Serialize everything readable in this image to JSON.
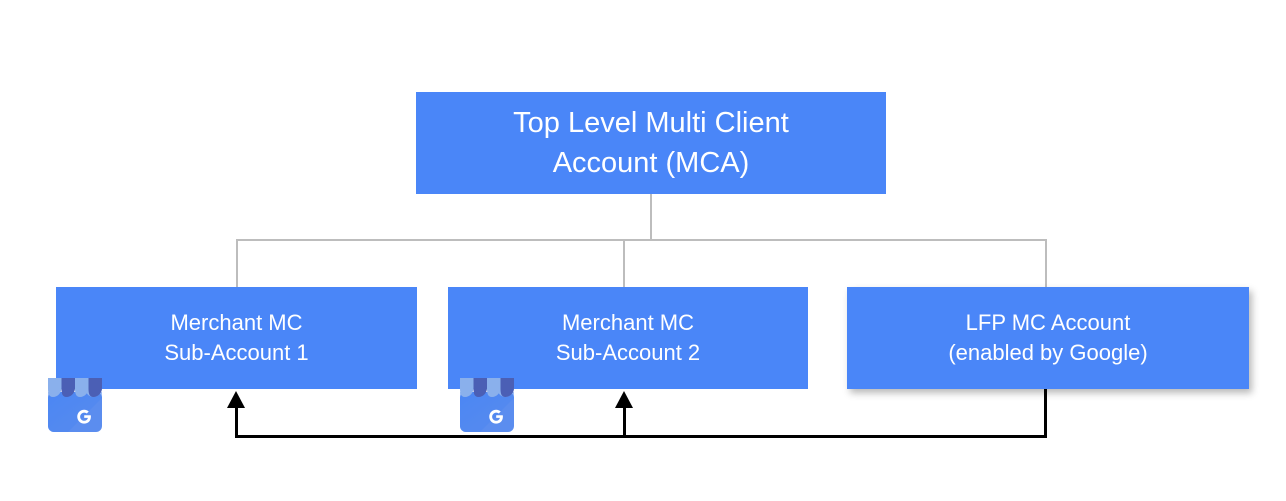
{
  "diagram": {
    "title_node": {
      "line1": "Top Level Multi Client",
      "line2": "Account (MCA)",
      "color": "#4a86f8"
    },
    "children": [
      {
        "name": "merchant-sub-account-1",
        "line1": "Merchant MC",
        "line2": "Sub-Account 1",
        "color": "#4a86f8",
        "icon": "google-business-storefront-icon"
      },
      {
        "name": "merchant-sub-account-2",
        "line1": "Merchant MC",
        "line2": "Sub-Account 2",
        "color": "#4a86f8",
        "icon": "google-business-storefront-icon"
      },
      {
        "name": "lfp-mc-account",
        "line1": "LFP MC Account",
        "line2": "(enabled by Google)",
        "color": "#4a86f8",
        "icon": null
      }
    ],
    "connectors": {
      "tree_line_color": "#bdbdbd",
      "feedback_line_color": "#000000"
    },
    "icon_colors": {
      "awning_light": "#8ab0ec",
      "awning_dark": "#4b5fb5",
      "store_body": "#5b8def",
      "store_body_shade": "#4a86f8",
      "glyph": "#ffffff",
      "glyph_letter": "G"
    }
  }
}
